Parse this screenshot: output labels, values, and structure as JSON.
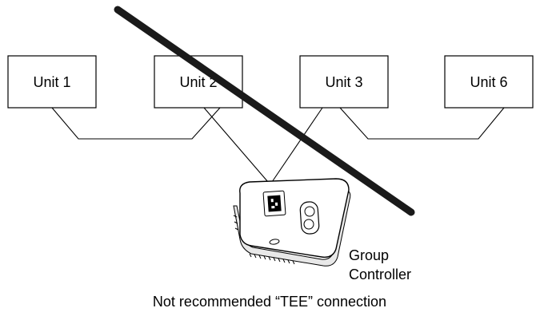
{
  "units": [
    {
      "label": "Unit 1"
    },
    {
      "label": "Unit 2"
    },
    {
      "label": "Unit 3"
    },
    {
      "label": "Unit 6"
    }
  ],
  "controller": {
    "label_line1": "Group",
    "label_line2": "Controller"
  },
  "caption": "Not recommended “TEE” connection",
  "colors": {
    "line": "#000000",
    "strike": "#1a1a1a",
    "background": "#ffffff"
  }
}
